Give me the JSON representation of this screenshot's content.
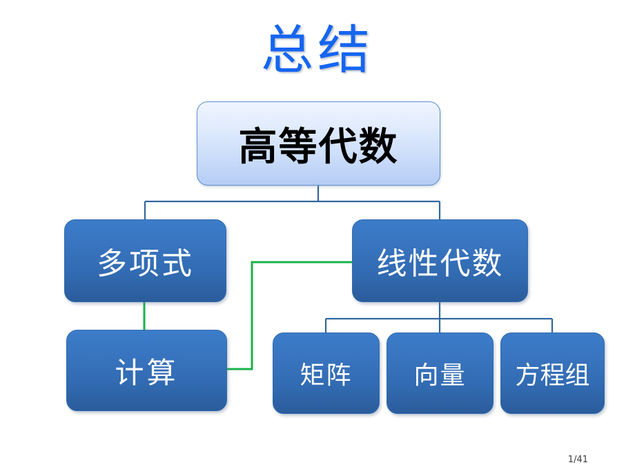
{
  "slide": {
    "title": "总结",
    "title_color": "#1565F0",
    "background_color": "#FFFFFF",
    "page_number": "1/41"
  },
  "diagram": {
    "type": "org-chart",
    "nodes": [
      {
        "id": "root",
        "label": "高等代数",
        "level": 0,
        "style": "light"
      },
      {
        "id": "polynomial",
        "label": "多项式",
        "level": 1,
        "style": "blue"
      },
      {
        "id": "linear-algebra",
        "label": "线性代数",
        "level": 1,
        "style": "blue"
      },
      {
        "id": "computation",
        "label": "计算",
        "level": 2,
        "style": "blue"
      },
      {
        "id": "matrix",
        "label": "矩阵",
        "level": 2,
        "style": "blue"
      },
      {
        "id": "vector",
        "label": "向量",
        "level": 2,
        "style": "blue"
      },
      {
        "id": "equations",
        "label": "方程组",
        "level": 2,
        "style": "blue"
      }
    ],
    "edges": [
      {
        "from": "root",
        "to": "polynomial",
        "color": "#31679F"
      },
      {
        "from": "root",
        "to": "linear-algebra",
        "color": "#31679F"
      },
      {
        "from": "linear-algebra",
        "to": "matrix",
        "color": "#31679F"
      },
      {
        "from": "linear-algebra",
        "to": "vector",
        "color": "#31679F"
      },
      {
        "from": "linear-algebra",
        "to": "equations",
        "color": "#31679F"
      },
      {
        "from": "polynomial",
        "to": "computation",
        "color": "#17B24A"
      },
      {
        "from": "computation",
        "to": "linear-algebra",
        "color": "#17B24A"
      }
    ],
    "colors": {
      "connector_blue": "#31679F",
      "connector_green": "#17B24A",
      "node_blue_top": "#3C7CC9",
      "node_blue_bottom": "#2B5C9B",
      "node_light_top": "#EFF5FE",
      "node_light_bottom": "#B5CCF4"
    }
  }
}
